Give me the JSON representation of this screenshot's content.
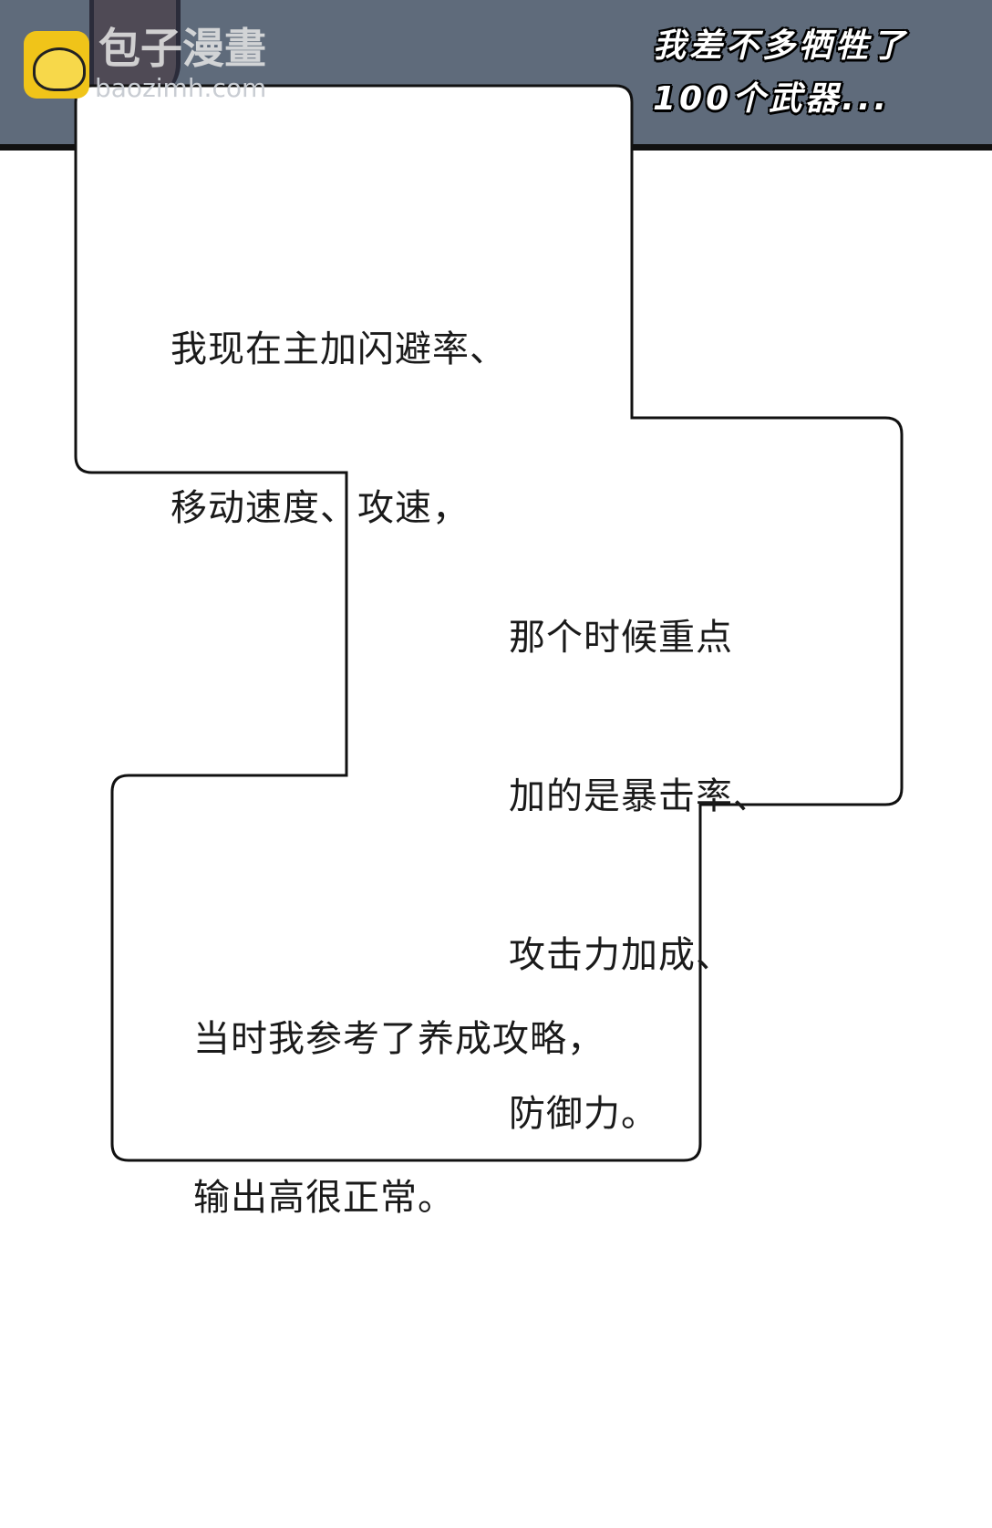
{
  "top_panel": {
    "caption_lines": [
      "我差不多牺牲了",
      "100个武器..."
    ]
  },
  "watermark": {
    "name_cn": "包子漫畫",
    "domain": "baozimh.com"
  },
  "bubbles": [
    {
      "lines": [
        "我现在主加闪避率、",
        "移动速度、攻速，"
      ]
    },
    {
      "lines": [
        "那个时候重点",
        "加的是暴击率、",
        "攻击力加成、",
        "防御力。"
      ]
    },
    {
      "lines": [
        "当时我参考了养成攻略，",
        "输出高很正常。"
      ]
    }
  ],
  "colors": {
    "panel_bg": "#5f6b7b",
    "bubble_fill": "#ffffff",
    "outline": "#111111"
  }
}
